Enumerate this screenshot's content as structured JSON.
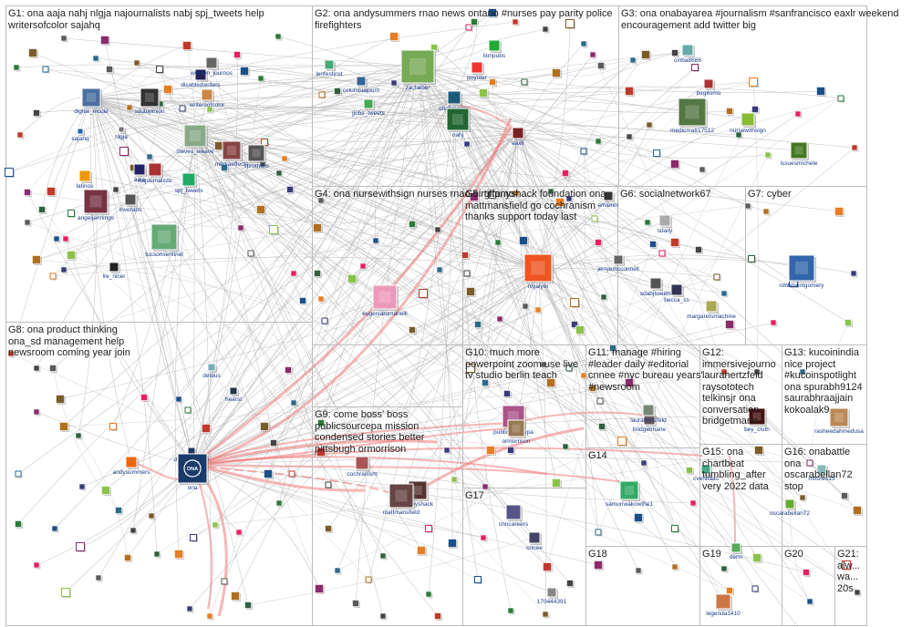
{
  "groups": [
    {
      "id": "G1",
      "text": "G1: ona aaja nahj nlgja najournalists nabj spj_tweets help writersofcolor sajahq"
    },
    {
      "id": "G2",
      "text": "G2: ona andysummers rnao news ontario #nurses pay parity police firefighters"
    },
    {
      "id": "G3",
      "text": "G3: ona onabayarea #journalism #sanfrancisco eaxlr weekend encouragement add twitter big"
    },
    {
      "id": "G4",
      "text": "G4: ona nursewithsign nurses rnao birgitomo"
    },
    {
      "id": "G5",
      "text": "G5: tiffanyshack foundation ona mattmansfield go cochranism thanks support today last"
    },
    {
      "id": "G6",
      "text": "G6: socialnetwork67"
    },
    {
      "id": "G7",
      "text": "G7: cyber"
    },
    {
      "id": "G8",
      "text": "G8: ona product thinking ona_sd management help newsroom coming year join"
    },
    {
      "id": "G9",
      "text": "G9: come boss' boss publicsourcepa mission condensed stories better pittsbugh ormorrison"
    },
    {
      "id": "G10",
      "text": "G10: much more powerpoint zoom use live tv studio berlin teach"
    },
    {
      "id": "G11",
      "text": "G11: manage #hiring #leader daily #editorial cnnee #nyc bureau years' #newsroom"
    },
    {
      "id": "G12",
      "text": "G12: immersivejourno laurahertzfeld raysototech telkinsjr ona conversation bridgetmarie"
    },
    {
      "id": "G13",
      "text": "G13: kucoinindia nice project #kucoinspotlight ona spurabh9124 saurabhraajjain kokoalak9"
    },
    {
      "id": "G14",
      "text": "G14"
    },
    {
      "id": "G15",
      "text": "G15: ona chartbeat tumbling_after very 2022 data"
    },
    {
      "id": "G16",
      "text": "G16: onabattle ona oscarabellan72 stop"
    },
    {
      "id": "G17",
      "text": "G17"
    },
    {
      "id": "G18",
      "text": "G18"
    },
    {
      "id": "G19",
      "text": "G19"
    },
    {
      "id": "G20",
      "text": "G20"
    },
    {
      "id": "G21",
      "text": "G21: alw... wa... 20s"
    }
  ],
  "nodes": [
    {
      "label": "digital_nicole",
      "color": "#4a6fa0"
    },
    {
      "label": "sajahq",
      "color": "#2266aa"
    },
    {
      "label": "nlgja",
      "color": "#777"
    },
    {
      "label": "sdutopinion",
      "color": "#333"
    },
    {
      "label": "writersofcolor",
      "color": "#c84"
    },
    {
      "label": "disabledwriters",
      "color": "#225"
    },
    {
      "label": "women_journos",
      "color": "#666"
    },
    {
      "label": "steves_weave",
      "color": "#8a8"
    },
    {
      "label": "mediaeffects",
      "color": "#844"
    },
    {
      "label": "sprothero",
      "color": "#555"
    },
    {
      "label": "aaja",
      "color": "#226"
    },
    {
      "label": "najournalists",
      "color": "#a33"
    },
    {
      "label": "latinos",
      "color": "#e90"
    },
    {
      "label": "angeljennings",
      "color": "#734"
    },
    {
      "label": "inverabs",
      "color": "#555"
    },
    {
      "label": "spj_tweets",
      "color": "#2a6"
    },
    {
      "label": "tucsonsentinel",
      "color": "#6a7"
    },
    {
      "label": "lre_nicer",
      "color": "#222"
    },
    {
      "label": "zacfarber",
      "color": "#7a5"
    },
    {
      "label": "columbiajourn",
      "color": "#369"
    },
    {
      "label": "lenfestinst",
      "color": "#4a7"
    },
    {
      "label": "jjobs_tweets",
      "color": "#4a5"
    },
    {
      "label": "onabayarea",
      "color": "#1e5a7a"
    },
    {
      "label": "nahj",
      "color": "#263"
    },
    {
      "label": "poynter",
      "color": "#e33"
    },
    {
      "label": "lionpubs",
      "color": "#2a3"
    },
    {
      "label": "eaxlr",
      "color": "#722"
    },
    {
      "label": "cinba8686",
      "color": "#6aa"
    },
    {
      "label": "birgitomo",
      "color": "#a33"
    },
    {
      "label": "medicmatt17512",
      "color": "#574"
    },
    {
      "label": "nursewithsign",
      "color": "#8b3"
    },
    {
      "label": "issuesmichele",
      "color": "#472"
    },
    {
      "label": "eugeniaromanelli",
      "color": "#e9b"
    },
    {
      "label": "rvgaiyer",
      "color": "#e52"
    },
    {
      "label": "emlenm",
      "color": "#333"
    },
    {
      "label": "sdaily",
      "color": "#aaa"
    },
    {
      "label": "jerryemcconnell",
      "color": "#666"
    },
    {
      "label": "sdabjtweets",
      "color": "#555"
    },
    {
      "label": "becca_ss",
      "color": "#335"
    },
    {
      "label": "margaretsmachine",
      "color": "#aa5"
    },
    {
      "label": "robbmontgomery",
      "color": "#36a"
    },
    {
      "label": "detous",
      "color": "#7ab"
    },
    {
      "label": "hearst",
      "color": "#234"
    },
    {
      "label": "dorisgrinspun",
      "color": "#236"
    },
    {
      "label": "ona",
      "color": "#1a3a6a"
    },
    {
      "label": "andysummers",
      "color": "#e60"
    },
    {
      "label": "cochranism",
      "color": "#a55"
    },
    {
      "label": "tiffanyshack",
      "color": "#533"
    },
    {
      "label": "mattmansfield",
      "color": "#644"
    },
    {
      "label": "publicsourcepa",
      "color": "#a58"
    },
    {
      "label": "ormorrison",
      "color": "#975"
    },
    {
      "label": "bridgetmarie",
      "color": "#655"
    },
    {
      "label": "cnncareers",
      "color": "#558"
    },
    {
      "label": "cnnee",
      "color": "#446"
    },
    {
      "label": "samuriwakowthe1",
      "color": "#3a6"
    },
    {
      "label": "cvenbaas",
      "color": "#4a8"
    },
    {
      "label": "bey_cloth",
      "color": "#411"
    },
    {
      "label": "rasheedahmedusa",
      "color": "#b85"
    },
    {
      "label": "mhizles15",
      "color": "#8bb"
    },
    {
      "label": "oscarabellan72",
      "color": "#6a3"
    },
    {
      "label": "denn",
      "color": "#5a5"
    },
    {
      "label": "legenda1410",
      "color": "#c74"
    },
    {
      "label": "laurahertzfeld",
      "color": "#787"
    },
    {
      "label": "170444391",
      "color": "#888"
    }
  ]
}
